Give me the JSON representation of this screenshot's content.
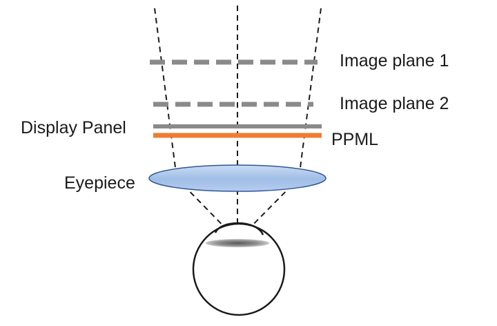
{
  "labels": {
    "image_plane_1": "Image plane 1",
    "image_plane_2": "Image plane 2",
    "display_panel": "Display Panel",
    "ppml": "PPML",
    "eyepiece": "Eyepiece"
  },
  "colors": {
    "image_plane": "#8a8a8a",
    "display_panel": "#8a8a8a",
    "ppml": "#ee7d31",
    "eyepiece_fill": "#a9c6ea",
    "eyepiece_edge": "#2f5597",
    "ray": "#1a1a1a",
    "eye_outline": "#1a1a1a",
    "text": "#1a1a1a"
  }
}
